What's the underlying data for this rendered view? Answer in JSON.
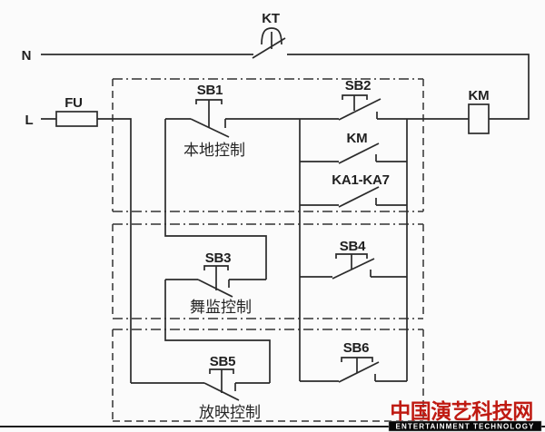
{
  "schematic": {
    "nets": {
      "neutral_label": "N",
      "line_label": "L"
    },
    "components": {
      "kt_contact": "KT",
      "fuse": "FU",
      "sb1": "SB1",
      "sb2": "SB2",
      "km_aux_contact": "KM",
      "ka_contacts": "KA1-KA7",
      "sb3": "SB3",
      "sb4": "SB4",
      "sb5": "SB5",
      "sb6": "SB6",
      "km_coil": "KM"
    },
    "sections": {
      "local_control": "本地控制",
      "stage_manager_control": "舞监控制",
      "projection_control": "放映控制"
    }
  },
  "watermark": {
    "site_cn": "中国演艺科技网",
    "site_en": "ENTERTAINMENT TECHNOLOGY",
    "red": "#bf1a12",
    "bar_bg": "#070707",
    "bar_fg": "#ffffff"
  },
  "canvas": {
    "background": "#fbfbfb",
    "wire_color": "#2b2b2b"
  }
}
